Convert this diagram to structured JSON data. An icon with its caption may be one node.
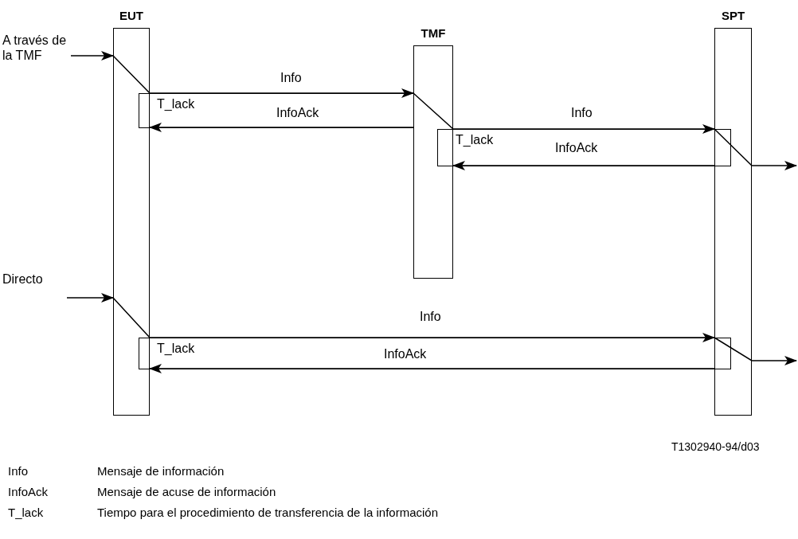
{
  "diagram": {
    "nodes": [
      {
        "text": [
          "EUT"
        ]
      },
      {
        "text": [
          "TMF"
        ]
      },
      {
        "text": [
          "SPT"
        ]
      },
      {
        "text": [
          "T_lack"
        ]
      },
      {
        "text": [
          "T_lack"
        ]
      },
      {
        "text": [
          "T_lack"
        ]
      },
      {
        "text": [
          "A través de la TMF"
        ]
      },
      {
        "text": [
          "Directo"
        ]
      }
    ],
    "edges": [
      {
        "from": 6,
        "to": 0,
        "arrow": "to"
      },
      {
        "from": 0,
        "to": 1,
        "arrow": "to",
        "label": "Info"
      },
      {
        "from": 1,
        "to": 0,
        "arrow": "to",
        "label": "InfoAck"
      },
      {
        "from": 1,
        "to": 2,
        "arrow": "to",
        "label": "Info"
      },
      {
        "from": 2,
        "to": 1,
        "arrow": "to",
        "label": "InfoAck"
      },
      {
        "from": 2,
        "to": null,
        "arrow": "to"
      },
      {
        "from": 7,
        "to": 0,
        "arrow": "to"
      },
      {
        "from": 0,
        "to": 2,
        "arrow": "to",
        "label": "Info"
      },
      {
        "from": 2,
        "to": 0,
        "arrow": "to",
        "label": "InfoAck"
      },
      {
        "from": 2,
        "to": null,
        "arrow": "to"
      }
    ],
    "labels": [
      "T1302940-94/d03",
      "Info",
      "Mensaje de información",
      "InfoAck",
      "Mensaje de acuse de información",
      "T_lack",
      "Tiempo para el procedimiento de transferencia de la información"
    ]
  }
}
